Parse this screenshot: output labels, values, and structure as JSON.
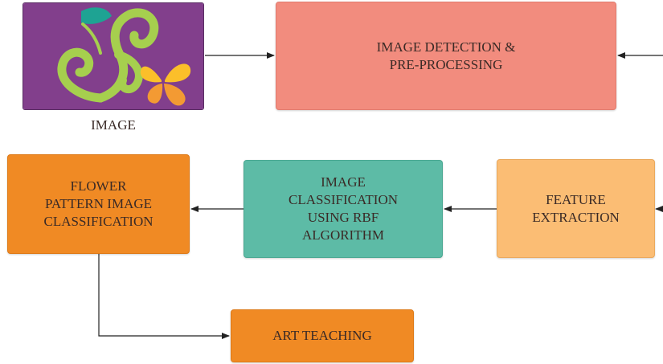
{
  "colors": {
    "image_bg": "#823f8c",
    "leaf_green": "#a6cf4e",
    "leaf_teal": "#1ea393",
    "butterfly_yellow": "#fbbf2a",
    "butterfly_orange": "#f39a33",
    "detect_box": "#f28c7e",
    "flower_box": "#f08a24",
    "rbf_box": "#5dbba6",
    "feature_box": "#fbbd74",
    "art_box": "#f08a24",
    "arrow": "#222222"
  },
  "image": {
    "label": "IMAGE",
    "icon": "flower-pattern-illustration"
  },
  "nodes": {
    "detection": "IMAGE DETECTION &\nPRE-PROCESSING",
    "flower": "FLOWER\nPATTERN IMAGE\nCLASSIFICATION",
    "rbf": "IMAGE\nCLASSIFICATION\nUSING RBF\nALGORITHM",
    "feature": "FEATURE\nEXTRACTION",
    "art": "ART TEACHING"
  },
  "edges": [
    {
      "from": "image",
      "to": "detection"
    },
    {
      "from": "offscreen-right",
      "to": "detection"
    },
    {
      "from": "offscreen-right",
      "to": "feature"
    },
    {
      "from": "feature",
      "to": "rbf"
    },
    {
      "from": "rbf",
      "to": "flower"
    },
    {
      "from": "flower",
      "to": "art"
    }
  ]
}
